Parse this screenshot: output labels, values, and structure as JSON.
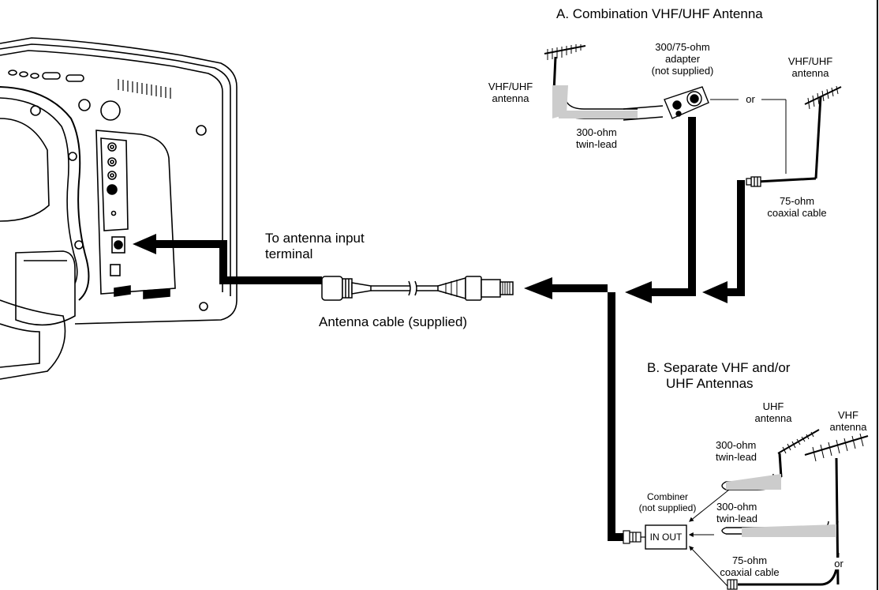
{
  "section_a": {
    "title": "A. Combination VHF/UHF Antenna",
    "vhf_uhf_left": [
      "VHF/UHF",
      "antenna"
    ],
    "adapter": [
      "300/75-ohm",
      "adapter",
      "(not supplied)"
    ],
    "vhf_uhf_right": [
      "VHF/UHF",
      "antenna"
    ],
    "twin_lead": [
      "300-ohm",
      "twin-lead"
    ],
    "or": "or",
    "coax": [
      "75-ohm",
      "coaxial cable"
    ]
  },
  "main": {
    "to_terminal": [
      "To antenna input",
      "terminal"
    ],
    "antenna_cable": "Antenna cable (supplied)"
  },
  "section_b": {
    "title": [
      "B. Separate VHF and/or",
      "UHF Antennas"
    ],
    "uhf_antenna": [
      "UHF",
      "antenna"
    ],
    "vhf_antenna": [
      "VHF",
      "antenna"
    ],
    "twin_lead_1": [
      "300-ohm",
      "twin-lead"
    ],
    "combiner": [
      "Combiner",
      "(not supplied)"
    ],
    "combiner_box": "IN OUT",
    "twin_lead_2": [
      "300-ohm",
      "twin-lead"
    ],
    "coax": [
      "75-ohm",
      "coaxial cable"
    ],
    "or": "or"
  }
}
